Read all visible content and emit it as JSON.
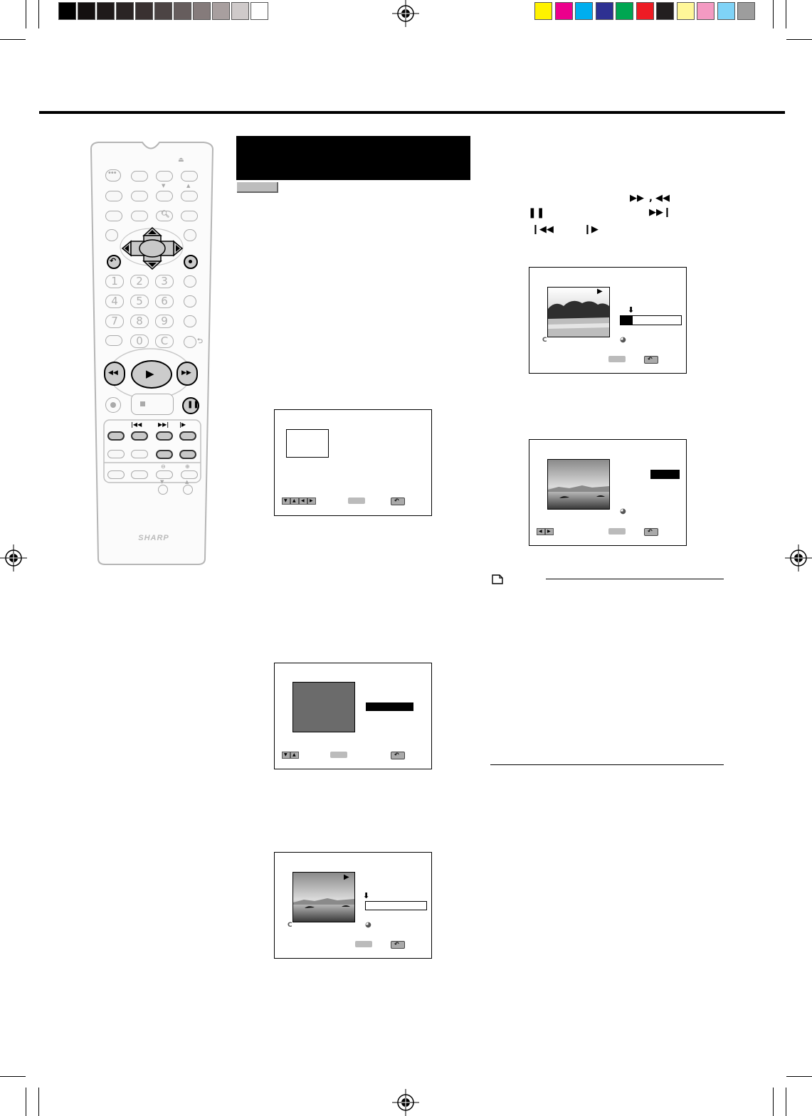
{
  "colors": {
    "grayscale_swatches": [
      "#000000",
      "#141010",
      "#1f1a1a",
      "#2a2424",
      "#393131",
      "#4c4444",
      "#665d5d",
      "#857b7b",
      "#a89f9f",
      "#cfcaca",
      "#ffffff"
    ],
    "color_swatches": [
      "#fff200",
      "#ec008c",
      "#00aeef",
      "#2e3192",
      "#00a651",
      "#ed1c24",
      "#231f20",
      "#fff799",
      "#f49ac2",
      "#7fd3f7",
      "#9d9d9d"
    ],
    "screen_gray": "#bbbbbb",
    "thumbnail_gray": "#6b6b6b"
  },
  "remote": {
    "brand": "SHARP",
    "number_keys": [
      "1",
      "2",
      "3",
      "4",
      "5",
      "6",
      "7",
      "8",
      "9",
      "0",
      "C"
    ]
  }
}
